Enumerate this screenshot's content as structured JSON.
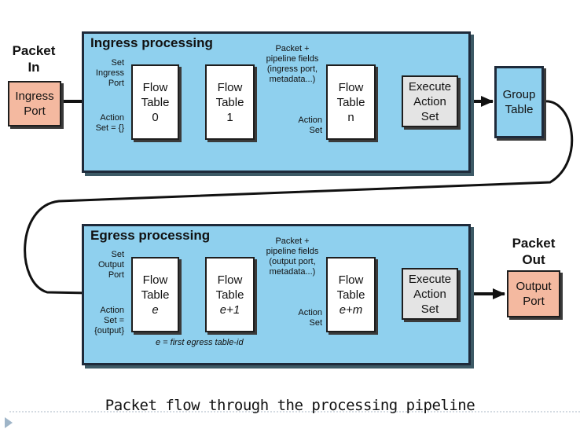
{
  "packet_in": {
    "line1": "Packet",
    "line2": "In"
  },
  "packet_out": {
    "line1": "Packet",
    "line2": "Out"
  },
  "ingress_port": {
    "line1": "Ingress",
    "line2": "Port"
  },
  "output_port": {
    "line1": "Output",
    "line2": "Port"
  },
  "group_table": {
    "line1": "Group",
    "line2": "Table"
  },
  "ingress": {
    "title": "Ingress processing",
    "set_label": [
      "Set",
      "Ingress",
      "Port"
    ],
    "action_label": [
      "Action",
      "Set = {}"
    ],
    "pipeline_label": [
      "Packet +",
      "pipeline fields",
      "(ingress port,",
      "metadata...)"
    ],
    "action_set_label": [
      "Action",
      "Set"
    ],
    "tables": [
      {
        "l1": "Flow",
        "l2": "Table",
        "l3": "0"
      },
      {
        "l1": "Flow",
        "l2": "Table",
        "l3": "1"
      },
      {
        "l1": "Flow",
        "l2": "Table",
        "l3": "n"
      }
    ],
    "execute": {
      "l1": "Execute",
      "l2": "Action",
      "l3": "Set"
    }
  },
  "egress": {
    "title": "Egress processing",
    "set_label": [
      "Set",
      "Output",
      "Port"
    ],
    "action_label": [
      "Action",
      "Set =",
      "{output}"
    ],
    "pipeline_label": [
      "Packet +",
      "pipeline fields",
      "(output port,",
      "metadata...)"
    ],
    "action_set_label": [
      "Action",
      "Set"
    ],
    "tables": [
      {
        "l1": "Flow",
        "l2": "Table",
        "l3": "e"
      },
      {
        "l1": "Flow",
        "l2": "Table",
        "l3": "e+1"
      },
      {
        "l1": "Flow",
        "l2": "Table",
        "l3": "e+m"
      }
    ],
    "execute": {
      "l1": "Execute",
      "l2": "Action",
      "l3": "Set"
    },
    "note": "e = first egress table-id"
  },
  "caption": "Packet flow through the processing pipeline",
  "colors": {
    "panel": "#8fd0ee",
    "port": "#f4b9a0",
    "execute": "#e4e4e4"
  }
}
